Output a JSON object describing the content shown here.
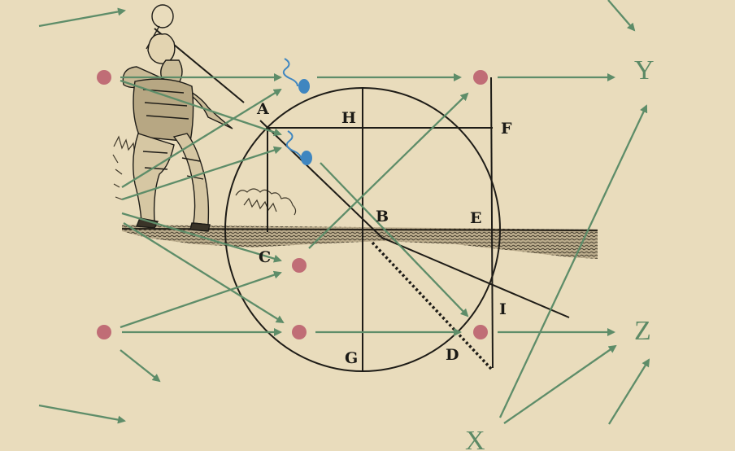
{
  "diagram": {
    "point_labels": {
      "A": "A",
      "H": "H",
      "F": "F",
      "B": "B",
      "E": "E",
      "C": "C",
      "I": "I",
      "G": "G",
      "D": "D"
    },
    "variable_labels": {
      "Y": "Y",
      "Z": "Z",
      "X": "X"
    }
  },
  "colors": {
    "background": "#e9dcbc",
    "arrow": "#5e8d69",
    "node": "#c06d76",
    "latent": "#3f86c0",
    "ink": "#1b1a16",
    "ground": "#4e4636"
  },
  "icons": {
    "node": "node-dot",
    "latent": "wavy-tail-drop",
    "figure": "engraved-man-with-racket"
  }
}
